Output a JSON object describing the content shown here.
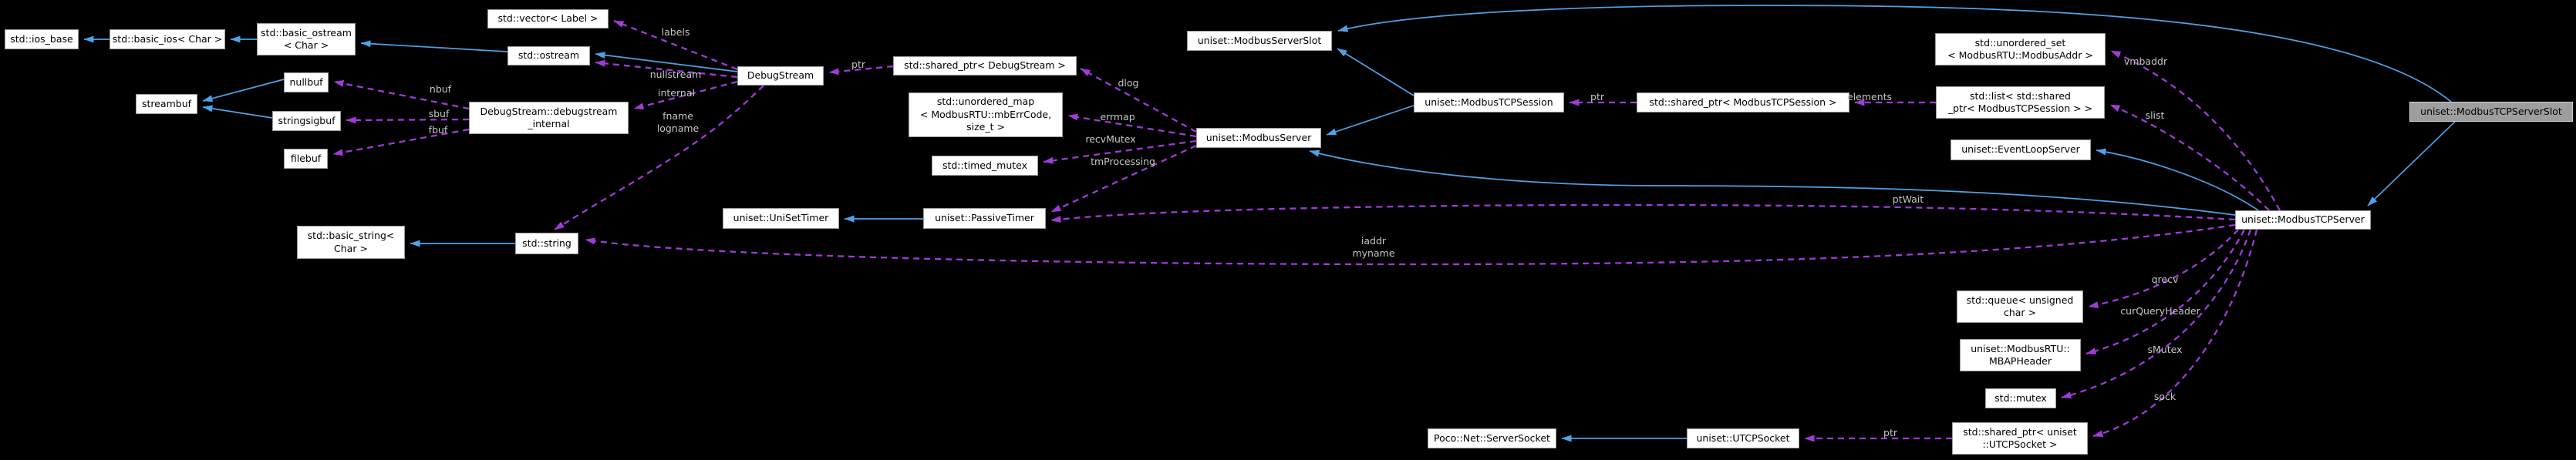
{
  "graph": {
    "kind": "doxygen-collaboration-graph",
    "current_class": "uniset::ModbusTCPServerSlot",
    "colors": {
      "background": "#000000",
      "node_fill": "#ffffff",
      "node_border": "#9b9b9b",
      "current_node_fill": "#9e9e9e",
      "inheritance_edge": "#4ea3e8",
      "usage_edge": "#a13ad9",
      "edge_label_text": "#c6c6c6",
      "node_text": "#000000"
    }
  },
  "nodes": {
    "iosBase": {
      "label": "std::ios_base"
    },
    "basicIos": {
      "label": "std::basic_ios< Char >"
    },
    "basicOstream": {
      "label": "std::basic_ostream\n< Char >"
    },
    "vectorLabel": {
      "label": "std::vector< Label >"
    },
    "ostream": {
      "label": "std::ostream"
    },
    "streambuf": {
      "label": "streambuf"
    },
    "nullbuf": {
      "label": "nullbuf"
    },
    "stringsigbuf": {
      "label": "stringsigbuf"
    },
    "filebuf": {
      "label": "filebuf"
    },
    "dbgInternal": {
      "label": "DebugStream::debugstream\n_internal"
    },
    "debugStream": {
      "label": "DebugStream"
    },
    "spDebugStream": {
      "label": "std::shared_ptr< DebugStream >"
    },
    "unorderedMap": {
      "label": "std::unordered_map\n< ModbusRTU::mbErrCode,\nsize_t >"
    },
    "timedMutex": {
      "label": "std::timed_mutex"
    },
    "uniSetTimer": {
      "label": "uniset::UniSetTimer"
    },
    "passiveTimer": {
      "label": "uniset::PassiveTimer"
    },
    "basicString": {
      "label": "std::basic_string<\nChar >"
    },
    "stdString": {
      "label": "std::string"
    },
    "serverSlot": {
      "label": "uniset::ModbusServerSlot"
    },
    "tcpSession": {
      "label": "uniset::ModbusTCPSession"
    },
    "modbusServer": {
      "label": "uniset::ModbusServer"
    },
    "spTcpSession": {
      "label": "std::shared_ptr< ModbusTCPSession >"
    },
    "unorderedSet": {
      "label": "std::unordered_set\n< ModbusRTU::ModbusAddr >"
    },
    "listSp": {
      "label": "std::list< std::shared\n_ptr< ModbusTCPSession > >"
    },
    "eventLoop": {
      "label": "uniset::EventLoopServer"
    },
    "tcpServerSlot": {
      "label": "uniset::ModbusTCPServerSlot"
    },
    "tcpServer": {
      "label": "uniset::ModbusTCPServer"
    },
    "queue": {
      "label": "std::queue< unsigned\nchar >"
    },
    "mbapHeader": {
      "label": "uniset::ModbusRTU::\nMBAPHeader"
    },
    "stdMutex": {
      "label": "std::mutex"
    },
    "pocoSocket": {
      "label": "Poco::Net::ServerSocket"
    },
    "utcpSocket": {
      "label": "uniset::UTCPSocket"
    },
    "spUtcpSocket": {
      "label": "std::shared_ptr< uniset\n::UTCPSocket >"
    }
  },
  "edges": [
    {
      "from": "std::basic_ios< Char >",
      "to": "std::ios_base",
      "type": "inheritance"
    },
    {
      "from": "std::basic_ostream< Char >",
      "to": "std::basic_ios< Char >",
      "type": "inheritance"
    },
    {
      "from": "std::ostream",
      "to": "std::basic_ostream< Char >",
      "type": "inheritance"
    },
    {
      "from": "DebugStream",
      "to": "std::ostream",
      "type": "inheritance"
    },
    {
      "from": "nullbuf",
      "to": "streambuf",
      "type": "inheritance"
    },
    {
      "from": "stringsigbuf",
      "to": "streambuf",
      "type": "inheritance"
    },
    {
      "from": "uniset::PassiveTimer",
      "to": "uniset::UniSetTimer",
      "type": "inheritance"
    },
    {
      "from": "std::string",
      "to": "std::basic_string< Char >",
      "type": "inheritance"
    },
    {
      "from": "uniset::ModbusTCPSession",
      "to": "uniset::ModbusServerSlot",
      "type": "inheritance"
    },
    {
      "from": "uniset::ModbusTCPSession",
      "to": "uniset::ModbusServer",
      "type": "inheritance"
    },
    {
      "from": "uniset::ModbusTCPServerSlot",
      "to": "uniset::ModbusServerSlot",
      "type": "inheritance"
    },
    {
      "from": "uniset::ModbusTCPServer",
      "to": "uniset::ModbusServer",
      "type": "inheritance"
    },
    {
      "from": "uniset::ModbusTCPServer",
      "to": "uniset::EventLoopServer",
      "type": "inheritance"
    },
    {
      "from": "uniset::ModbusTCPServerSlot",
      "to": "uniset::ModbusTCPServer",
      "type": "inheritance"
    },
    {
      "from": "uniset::UTCPSocket",
      "to": "Poco::Net::ServerSocket",
      "type": "inheritance"
    },
    {
      "from": "DebugStream::debugstream_internal",
      "to": "nullbuf",
      "type": "usage",
      "label": "nbuf"
    },
    {
      "from": "DebugStream::debugstream_internal",
      "to": "stringsigbuf",
      "type": "usage",
      "label": "sbuf"
    },
    {
      "from": "DebugStream::debugstream_internal",
      "to": "filebuf",
      "type": "usage",
      "label": "fbuf"
    },
    {
      "from": "DebugStream",
      "to": "std::vector< Label >",
      "type": "usage",
      "label": "labels"
    },
    {
      "from": "DebugStream",
      "to": "std::ostream",
      "type": "usage",
      "label": "nullstream"
    },
    {
      "from": "DebugStream",
      "to": "DebugStream::debugstream_internal",
      "type": "usage",
      "label": "internal"
    },
    {
      "from": "DebugStream",
      "to": "std::string",
      "type": "usage",
      "label": "fname\nlogname"
    },
    {
      "from": "std::shared_ptr< DebugStream >",
      "to": "DebugStream",
      "type": "usage",
      "label": "ptr"
    },
    {
      "from": "uniset::ModbusServer",
      "to": "std::shared_ptr< DebugStream >",
      "type": "usage",
      "label": "dlog"
    },
    {
      "from": "uniset::ModbusServer",
      "to": "std::unordered_map< ModbusRTU::mbErrCode, size_t >",
      "type": "usage",
      "label": "errmap"
    },
    {
      "from": "uniset::ModbusServer",
      "to": "std::timed_mutex",
      "type": "usage",
      "label": "recvMutex"
    },
    {
      "from": "uniset::ModbusServer",
      "to": "uniset::PassiveTimer",
      "type": "usage",
      "label": "tmProcessing"
    },
    {
      "from": "std::shared_ptr< ModbusTCPSession >",
      "to": "uniset::ModbusTCPSession",
      "type": "usage",
      "label": "ptr"
    },
    {
      "from": "std::list< std::shared_ptr< ModbusTCPSession > >",
      "to": "std::shared_ptr< ModbusTCPSession >",
      "type": "usage",
      "label": "elements"
    },
    {
      "from": "uniset::ModbusTCPServer",
      "to": "std::unordered_set< ModbusRTU::ModbusAddr >",
      "type": "usage",
      "label": "vmbaddr"
    },
    {
      "from": "uniset::ModbusTCPServer",
      "to": "std::list< std::shared_ptr< ModbusTCPSession > >",
      "type": "usage",
      "label": "slist"
    },
    {
      "from": "uniset::ModbusTCPServer",
      "to": "uniset::PassiveTimer",
      "type": "usage",
      "label": "ptWait"
    },
    {
      "from": "uniset::ModbusTCPServer",
      "to": "std::string",
      "type": "usage",
      "label": "iaddr\nmyname"
    },
    {
      "from": "uniset::ModbusTCPServer",
      "to": "std::queue< unsigned char >",
      "type": "usage",
      "label": "qrecv"
    },
    {
      "from": "uniset::ModbusTCPServer",
      "to": "uniset::ModbusRTU::MBAPHeader",
      "type": "usage",
      "label": "curQueryHeader"
    },
    {
      "from": "uniset::ModbusTCPServer",
      "to": "std::mutex",
      "type": "usage",
      "label": "sMutex"
    },
    {
      "from": "uniset::ModbusTCPServer",
      "to": "std::shared_ptr< uniset::UTCPSocket >",
      "type": "usage",
      "label": "sock"
    },
    {
      "from": "std::shared_ptr< uniset::UTCPSocket >",
      "to": "uniset::UTCPSocket",
      "type": "usage",
      "label": "ptr"
    }
  ]
}
